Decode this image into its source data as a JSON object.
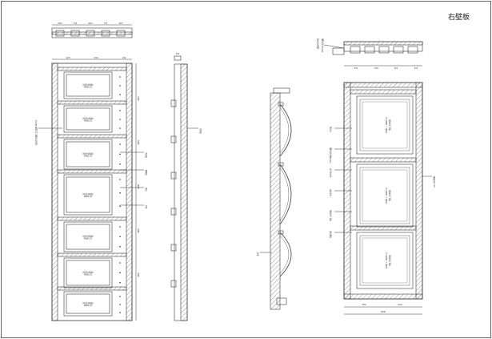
{
  "sheet": {
    "title": "右壁板",
    "line_color": "#3a3a3a",
    "hatch_color": "#555555",
    "accent_color": "#c0392b"
  },
  "drawings": {
    "left_elevation": {
      "dims_top": [
        "4275",
        "755",
        "4275",
        "755",
        "4275"
      ],
      "dims_mid": [
        "4175",
        "9730",
        "250"
      ],
      "dims_right": [
        "7480",
        "5600",
        "8000",
        "4980",
        "3960"
      ],
      "panel_notes": [
        "拼花木饰面板",
        "PANEL-01",
        "拼花木饰面板",
        "PANEL-01",
        "拼花木饰面板",
        "PANEL-02",
        "拼花木饰面板",
        "PANEL-03",
        "拼花木饰面板",
        "PANEL-01",
        "拼花木饰面板",
        "PANEL-01",
        "拼花木饰面板",
        "PANEL-01"
      ],
      "left_callout": "成品木饰面板 见立面图 WD-01",
      "right_callouts": [
        "木饰面",
        "踢脚线",
        "墙纸",
        "灯带"
      ]
    },
    "mid_section": {
      "top_dim": "350",
      "callout": "木饰面"
    },
    "right_section": {
      "callout": "石材"
    },
    "right_elevation": {
      "plan_dims": [
        "500",
        "2700",
        "500",
        "500"
      ],
      "plan_callouts": [
        "成品石材台面",
        "15MM实木饰面板"
      ],
      "panel_labels": [
        "1000 × 1800mm",
        "墙纸 见材料表",
        "1000 × 1600mm",
        "墙纸 见材料表",
        "1000 × 1800mm",
        "墙纸 见材料表"
      ],
      "left_callouts": [
        "木饰面",
        "15MM厚石材饰面板",
        "石材收口条",
        "实木线条",
        "墙纸 见材料表",
        "暗藏灯带"
      ],
      "right_callout": "暗藏灯带 LED",
      "bottom_dims": [
        "3550",
        "5100"
      ],
      "bottom_total": "8700"
    }
  }
}
